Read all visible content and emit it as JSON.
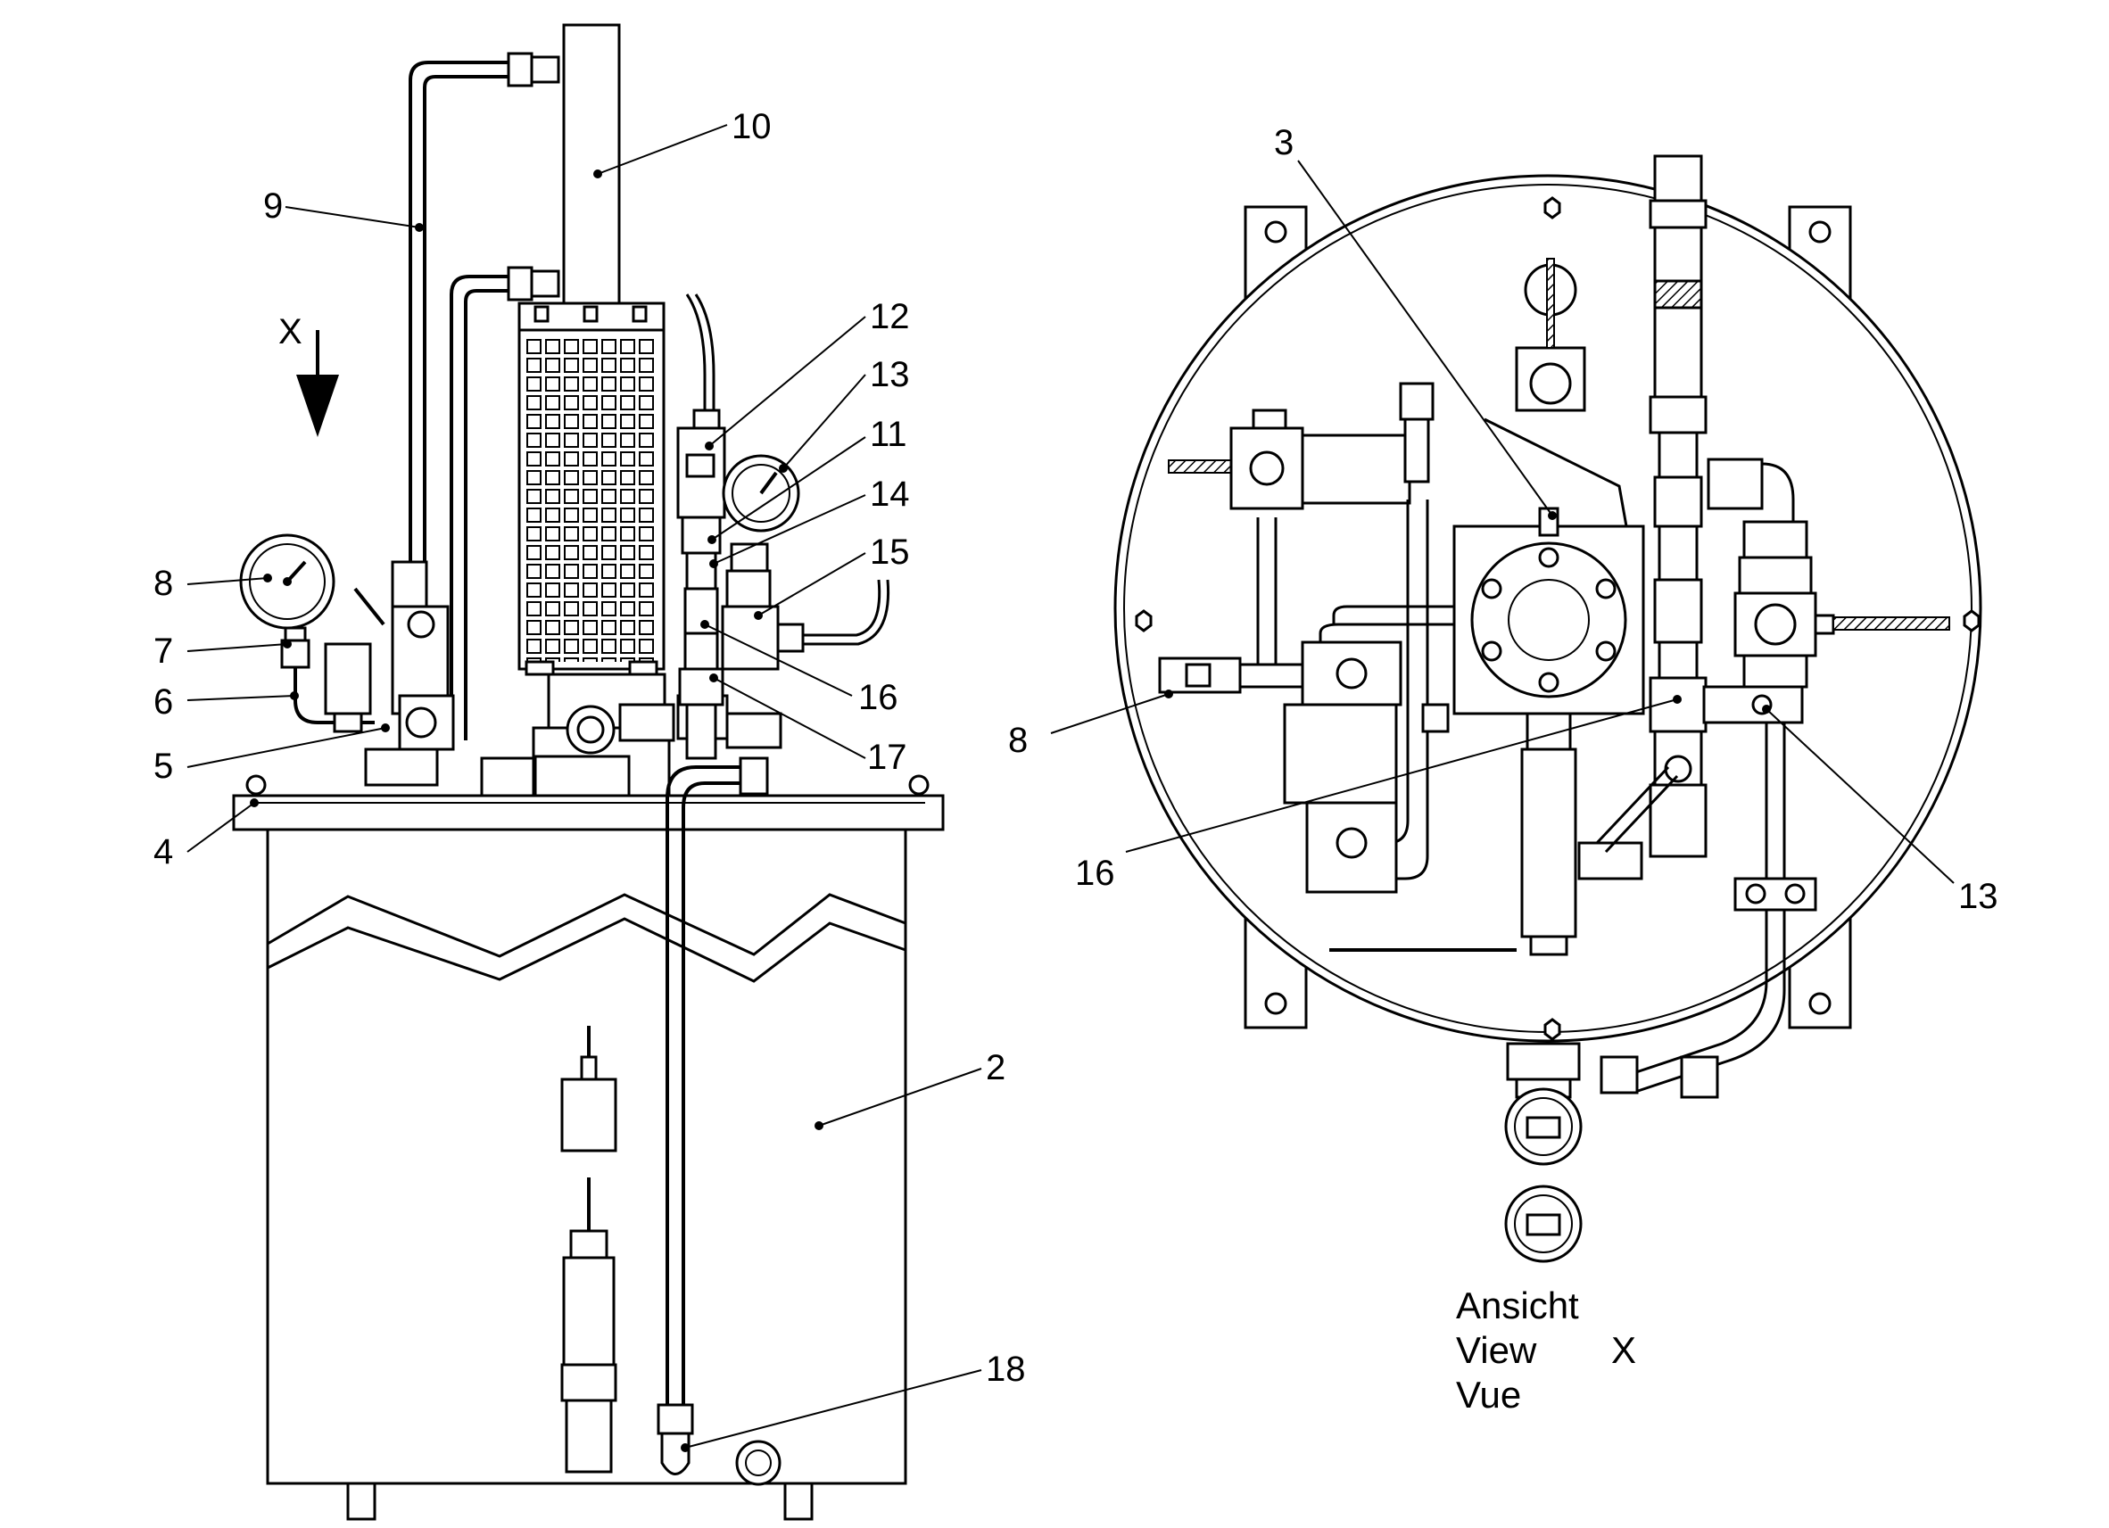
{
  "left_view": {
    "direction_label": "X",
    "callouts": {
      "n2": "2",
      "n4": "4",
      "n5": "5",
      "n6": "6",
      "n7": "7",
      "n8": "8",
      "n9": "9",
      "n10": "10",
      "n11": "11",
      "n12": "12",
      "n13": "13",
      "n14": "14",
      "n15": "15",
      "n16": "16",
      "n17": "17",
      "n18": "18"
    }
  },
  "right_view": {
    "callouts": {
      "n3": "3",
      "n8": "8",
      "n13": "13",
      "n16": "16"
    },
    "caption": {
      "line1": "Ansicht",
      "line2": "View",
      "line3": "Vue",
      "view_letter": "X"
    }
  }
}
